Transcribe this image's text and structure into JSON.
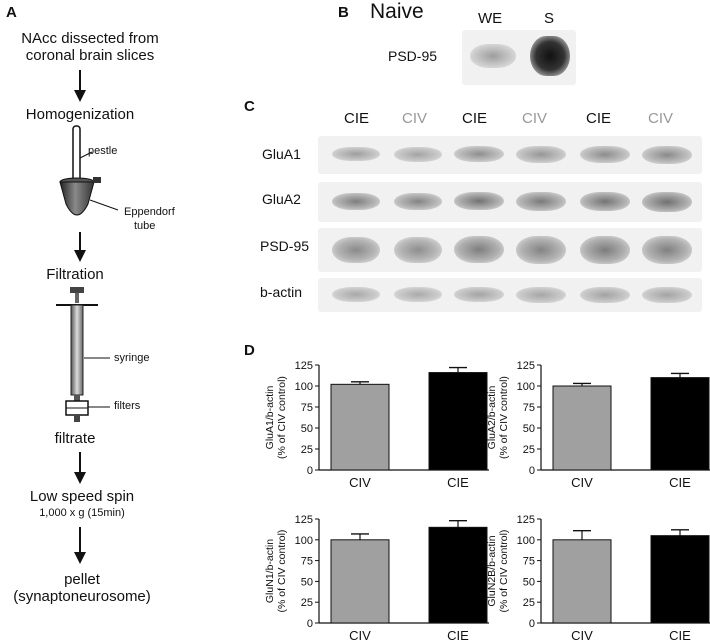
{
  "panel_a": {
    "label": "A",
    "steps": {
      "s1_line1": "NAcc dissected from",
      "s1_line2": "coronal brain slices",
      "s2": "Homogenization",
      "s3": "Filtration",
      "s4": "filtrate",
      "s5": "Low speed spin",
      "s5_sub": "1,000 x g (15min)",
      "s6_line1": "pellet",
      "s6_line2": "(synaptoneurosome)"
    },
    "callouts": {
      "pestle": "pestle",
      "eppendorf1": "Eppendorf",
      "eppendorf2": "tube",
      "syringe": "syringe",
      "filters": "filters"
    }
  },
  "panel_b": {
    "label": "B",
    "title": "Naive",
    "lanes": [
      "WE",
      "S"
    ],
    "row": "PSD-95"
  },
  "panel_c": {
    "label": "C",
    "lanes": [
      "CIE",
      "CIV",
      "CIE",
      "CIV",
      "CIE",
      "CIV"
    ],
    "rows": [
      "GluA1",
      "GluA2",
      "PSD-95",
      "b-actin"
    ]
  },
  "panel_d": {
    "label": "D"
  },
  "colors": {
    "civ_bar": "#a0a0a0",
    "cie_bar": "#000000",
    "civ_text": "#999999"
  },
  "chart_data": [
    {
      "type": "bar",
      "categories": [
        "CIV",
        "CIE"
      ],
      "values": [
        102,
        116
      ],
      "errors": [
        3,
        6
      ],
      "ylabel_line1": "GluA1/b-actin",
      "ylabel_line2": "(% of CIV control)",
      "ylim": [
        0,
        125
      ],
      "yticks": [
        "0",
        "25",
        "50",
        "75",
        "100",
        "125"
      ]
    },
    {
      "type": "bar",
      "categories": [
        "CIV",
        "CIE"
      ],
      "values": [
        100,
        110
      ],
      "errors": [
        3,
        5
      ],
      "ylabel_line1": "GluA2/b-actin",
      "ylabel_line2": "(% of CIV control)",
      "ylim": [
        0,
        125
      ],
      "yticks": [
        "0",
        "25",
        "50",
        "75",
        "100",
        "125"
      ]
    },
    {
      "type": "bar",
      "categories": [
        "CIV",
        "CIE"
      ],
      "values": [
        100,
        115
      ],
      "errors": [
        7,
        8
      ],
      "ylabel_line1": "GluN1/b-actin",
      "ylabel_line2": "(% of CIV control)",
      "ylim": [
        0,
        125
      ],
      "yticks": [
        "0",
        "25",
        "50",
        "75",
        "100",
        "125"
      ]
    },
    {
      "type": "bar",
      "categories": [
        "CIV",
        "CIE"
      ],
      "values": [
        100,
        105
      ],
      "errors": [
        11,
        7
      ],
      "ylabel_line1": "GluN2B/b-actin",
      "ylabel_line2": "(% of CIV control)",
      "ylim": [
        0,
        125
      ],
      "yticks": [
        "0",
        "25",
        "50",
        "75",
        "100",
        "125"
      ]
    }
  ]
}
